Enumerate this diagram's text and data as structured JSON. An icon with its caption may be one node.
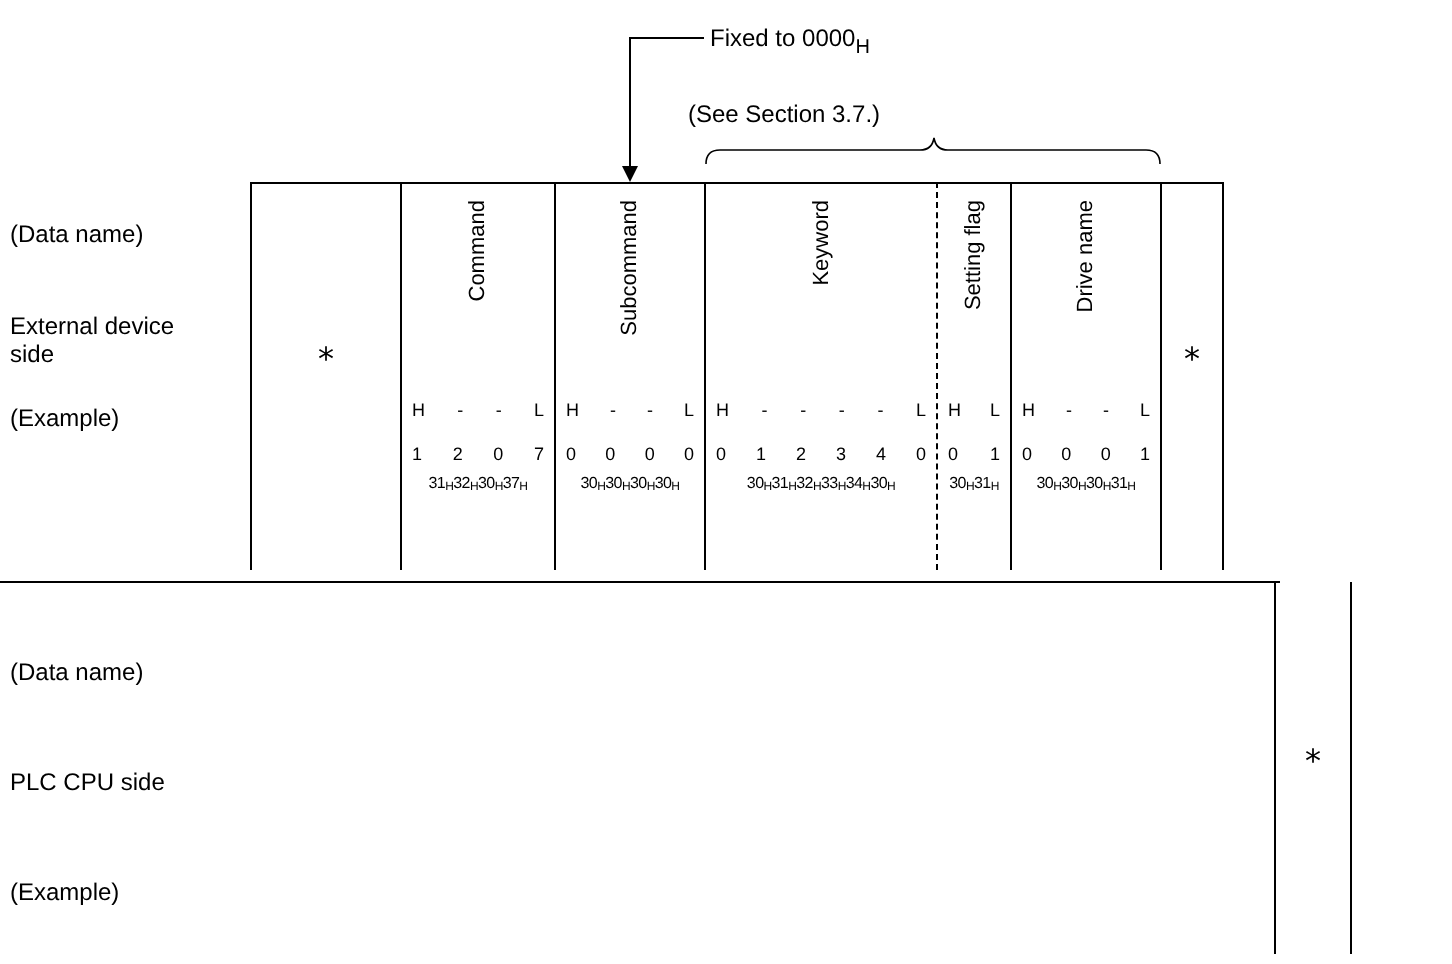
{
  "diagram": {
    "nodes": [
      {
        "text": [
          "*"
        ]
      },
      {
        "text": [
          "Command",
          "H - - L",
          "1 2 0 7",
          "31$_{H}$32$_{H}$30$_{H}$37$_{H}$"
        ]
      },
      {
        "text": [
          "Subcommand",
          "H - - L",
          "0 0 0 0",
          "30$_{H}$30$_{H}$30$_{H}$30$_{H}$"
        ]
      },
      {
        "text": [
          "Keyword",
          "H - - - - L",
          "0 1 2 3 4 0",
          "30$_{H}$31$_{H}$32$_{H}$33$_{H}$34$_{H}$30$_{H}$"
        ]
      },
      {
        "text": [
          "Setting flag",
          "H L",
          "0 1",
          "30$_{H}$31$_{H}$"
        ]
      },
      {
        "text": [
          "Drive name",
          "H - - L",
          "0 0 0 1",
          "30$_{H}$30$_{H}$30$_{H}$31$_{H}$"
        ]
      },
      {
        "text": [
          "*"
        ]
      },
      {
        "text": [
          "*"
        ]
      },
      {
        "text": [
          "Fixed to 0000$_{H}$"
        ]
      }
    ],
    "edges": [
      {
        "from": 8,
        "to": 2,
        "arrow": "to"
      }
    ],
    "labels": [
      "(See Section 3.7.)",
      "(Data name)",
      "External device side",
      "(Example)",
      "(Data name)",
      "PLC CPU side",
      "(Example)"
    ]
  }
}
